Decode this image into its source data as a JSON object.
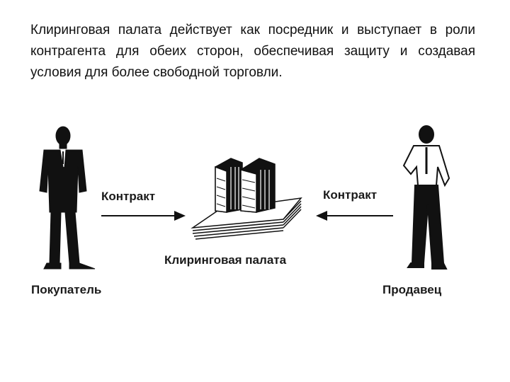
{
  "intro_text": "Клиринговая палата действует как посредник и выступает в роли контрагента для обеих сторон, обеспечивая защиту и создавая условия для более свободной торговли.",
  "diagram": {
    "contract_left": "Контракт",
    "contract_right": "Контракт",
    "clearing_house": "Клиринговая палата",
    "buyer": "Покупатель",
    "seller": "Продавец"
  },
  "colors": {
    "ink": "#111111",
    "background": "#ffffff"
  }
}
